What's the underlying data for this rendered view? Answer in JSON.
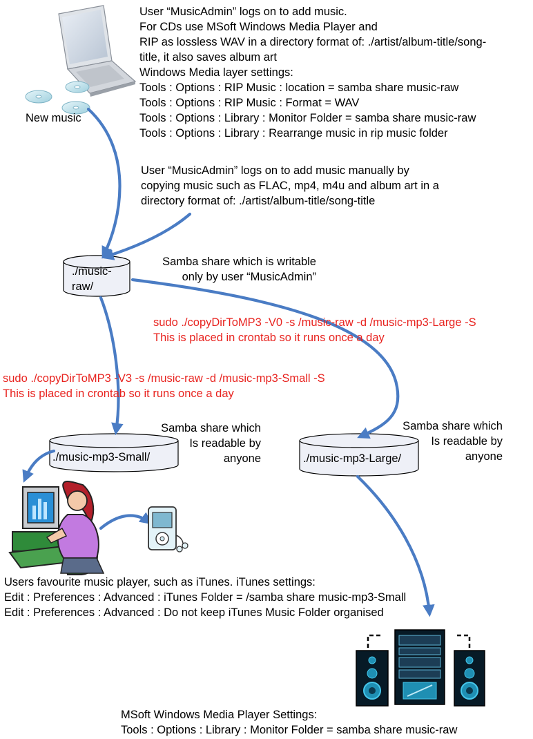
{
  "intro": {
    "lines": [
      "User “MusicAdmin” logs on to add music.",
      "For CDs use MSoft Windows Media Player and",
      "RIP as lossless WAV in a directory format of: ./artist/album-title/song-",
      "title, it also saves album art",
      "Windows Media layer settings:",
      "Tools : Options : RIP Music : location = samba share music-raw",
      "Tools : Options : RIP Music : Format = WAV",
      "Tools : Options : Library : Monitor Folder = samba share music-raw",
      "Tools : Options : Library : Rearrange music in rip music folder"
    ]
  },
  "new_music_label": "New music",
  "manual": {
    "lines": [
      "User “MusicAdmin” logs on to add music manually by",
      "copying music such as FLAC, mp4, m4u and album art in a",
      "directory format of: ./artist/album-title/song-title"
    ]
  },
  "raw_share": {
    "label_line1": "./music-",
    "label_line2": "raw/",
    "desc_line1": "Samba share which is writable",
    "desc_line2": "only by user “MusicAdmin”"
  },
  "large_cmd": {
    "line1": "sudo ./copyDirToMP3 -V0 -s /music-raw -d /music-mp3-Large -S",
    "line2": "This is placed in crontab so it runs once a day"
  },
  "small_cmd": {
    "line1": "sudo ./copyDirToMP3 -V3 -s /music-raw -d /music-mp3-Small -S",
    "line2": "This is placed in crontab so it runs once a day"
  },
  "small_share": {
    "label": "./music-mp3-Small/",
    "desc_line1": "Samba share which",
    "desc_line2": "Is readable by",
    "desc_line3": "anyone"
  },
  "large_share": {
    "label": "./music-mp3-Large/",
    "desc_line1": "Samba share which",
    "desc_line2": "Is readable by",
    "desc_line3": "anyone"
  },
  "itunes": {
    "lines": [
      "Users favourite music player, such as iTunes.  iTunes settings:",
      "Edit : Preferences : Advanced :  iTunes Folder = /samba share music-mp3-Small",
      "Edit : Preferences : Advanced : Do not keep iTunes Music Folder organised"
    ]
  },
  "wmp": {
    "lines": [
      "MSoft Windows Media Player Settings:",
      "Tools : Options : Library : Monitor Folder = samba share music-raw"
    ]
  },
  "colors": {
    "arrow": "#4a7cc4",
    "command_text": "#e8231f",
    "cylinder_fill": "#eef0f7"
  },
  "icons": [
    "laptop-icon",
    "cd-icon",
    "user-at-computer-icon",
    "mp3-player-icon",
    "stereo-system-icon"
  ]
}
